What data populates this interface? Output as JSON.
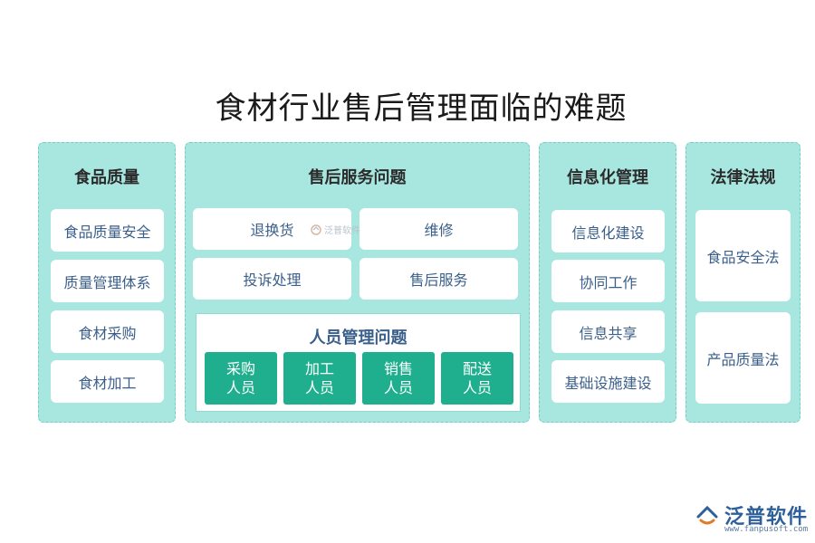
{
  "title": "食材行业售后管理面临的难题",
  "columns": [
    {
      "title": "食品质量",
      "items": [
        "食品质量安全",
        "质量管理体系",
        "食材采购",
        "食材加工"
      ]
    },
    {
      "title": "售后服务问题",
      "items": [
        "退换货",
        "维修",
        "投诉处理",
        "售后服务"
      ],
      "sub": {
        "title": "人员管理问题",
        "roles": [
          [
            "采购",
            "人员"
          ],
          [
            "加工",
            "人员"
          ],
          [
            "销售",
            "人员"
          ],
          [
            "配送",
            "人员"
          ]
        ]
      }
    },
    {
      "title": "信息化管理",
      "items": [
        "信息化建设",
        "协同工作",
        "信息共享",
        "基础设施建设"
      ]
    },
    {
      "title": "法律法规",
      "items": [
        "食品安全法",
        "产品质量法"
      ]
    }
  ],
  "watermark": "泛普软件",
  "brand": {
    "name": "泛普软件",
    "url": "www.fanpusoft.com"
  },
  "colors": {
    "panel": "#a8e6e0",
    "accent": "#1faf8e",
    "text": "#3a5f8a",
    "brand": "#2d5f9a"
  }
}
